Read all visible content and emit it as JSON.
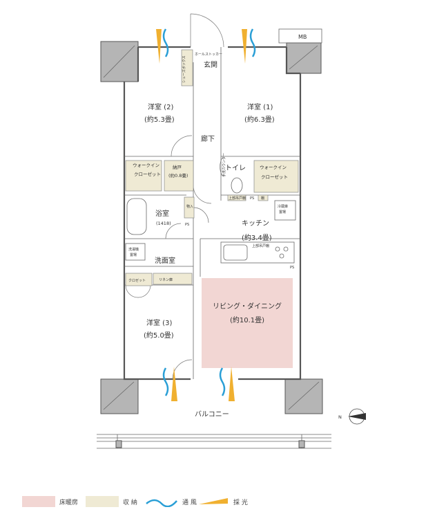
{
  "meta_box": {
    "label": "MB"
  },
  "rooms": {
    "western2": {
      "name": "洋室 (2)",
      "size": "(約5.3畳)"
    },
    "western1": {
      "name": "洋室 (1)",
      "size": "(約6.3畳)"
    },
    "western3": {
      "name": "洋室 (3)",
      "size": "(約5.0畳)"
    },
    "entrance": {
      "name": "玄関"
    },
    "hallway": {
      "name": "廊下"
    },
    "toilet": {
      "name": "トイレ"
    },
    "bath": {
      "name": "浴室",
      "size": "(1418)"
    },
    "washroom": {
      "name": "洗面室"
    },
    "kitchen": {
      "name": "キッチン",
      "size": "(約3.4畳)"
    },
    "living": {
      "name": "リビング・ダイニング",
      "size": "(約10.1畳)"
    },
    "balcony": {
      "name": "バルコニー"
    }
  },
  "storage": {
    "wic_left": {
      "line1": "ウォークイン",
      "line2": "クローゼット"
    },
    "wic_right": {
      "line1": "ウォークイン",
      "line2": "クローゼット"
    },
    "nando": {
      "line1": "納戸",
      "line2": "(約0.8畳)"
    },
    "closet": {
      "label": "クロゼット"
    },
    "shoebox": {
      "label": "シューズボックス"
    },
    "hallstocker": {
      "label": "ホールストッカー"
    },
    "monoire": {
      "label": "物入"
    },
    "tana": {
      "label": "棚"
    },
    "linen": {
      "label": "リネン庫"
    },
    "toilet_shelf": {
      "label": "手洗カウンター"
    },
    "toilet_storage": {
      "label": "上部吊戸棚"
    },
    "washer": {
      "line1": "洗濯機",
      "line2": "置場"
    },
    "fridge": {
      "line1": "冷蔵庫",
      "line2": "置場"
    },
    "kitchen_upper": {
      "label": "上部吊戸棚"
    }
  },
  "ps_labels": [
    "PS",
    "PS",
    "PS"
  ],
  "compass": {
    "label": "N"
  },
  "legend": [
    {
      "label": "床暖房",
      "color": "#f2d6d3"
    },
    {
      "label": "収 納",
      "color": "#efead4"
    },
    {
      "label": "通 風",
      "color": "#2a9fd6"
    },
    {
      "label": "採 光",
      "color": "#f0b030"
    }
  ],
  "colors": {
    "floor_heating": "#f2d6d3",
    "storage": "#efead4",
    "wind": "#2a9fd6",
    "light": "#f0b030",
    "pillar": "#b5b5b5"
  }
}
